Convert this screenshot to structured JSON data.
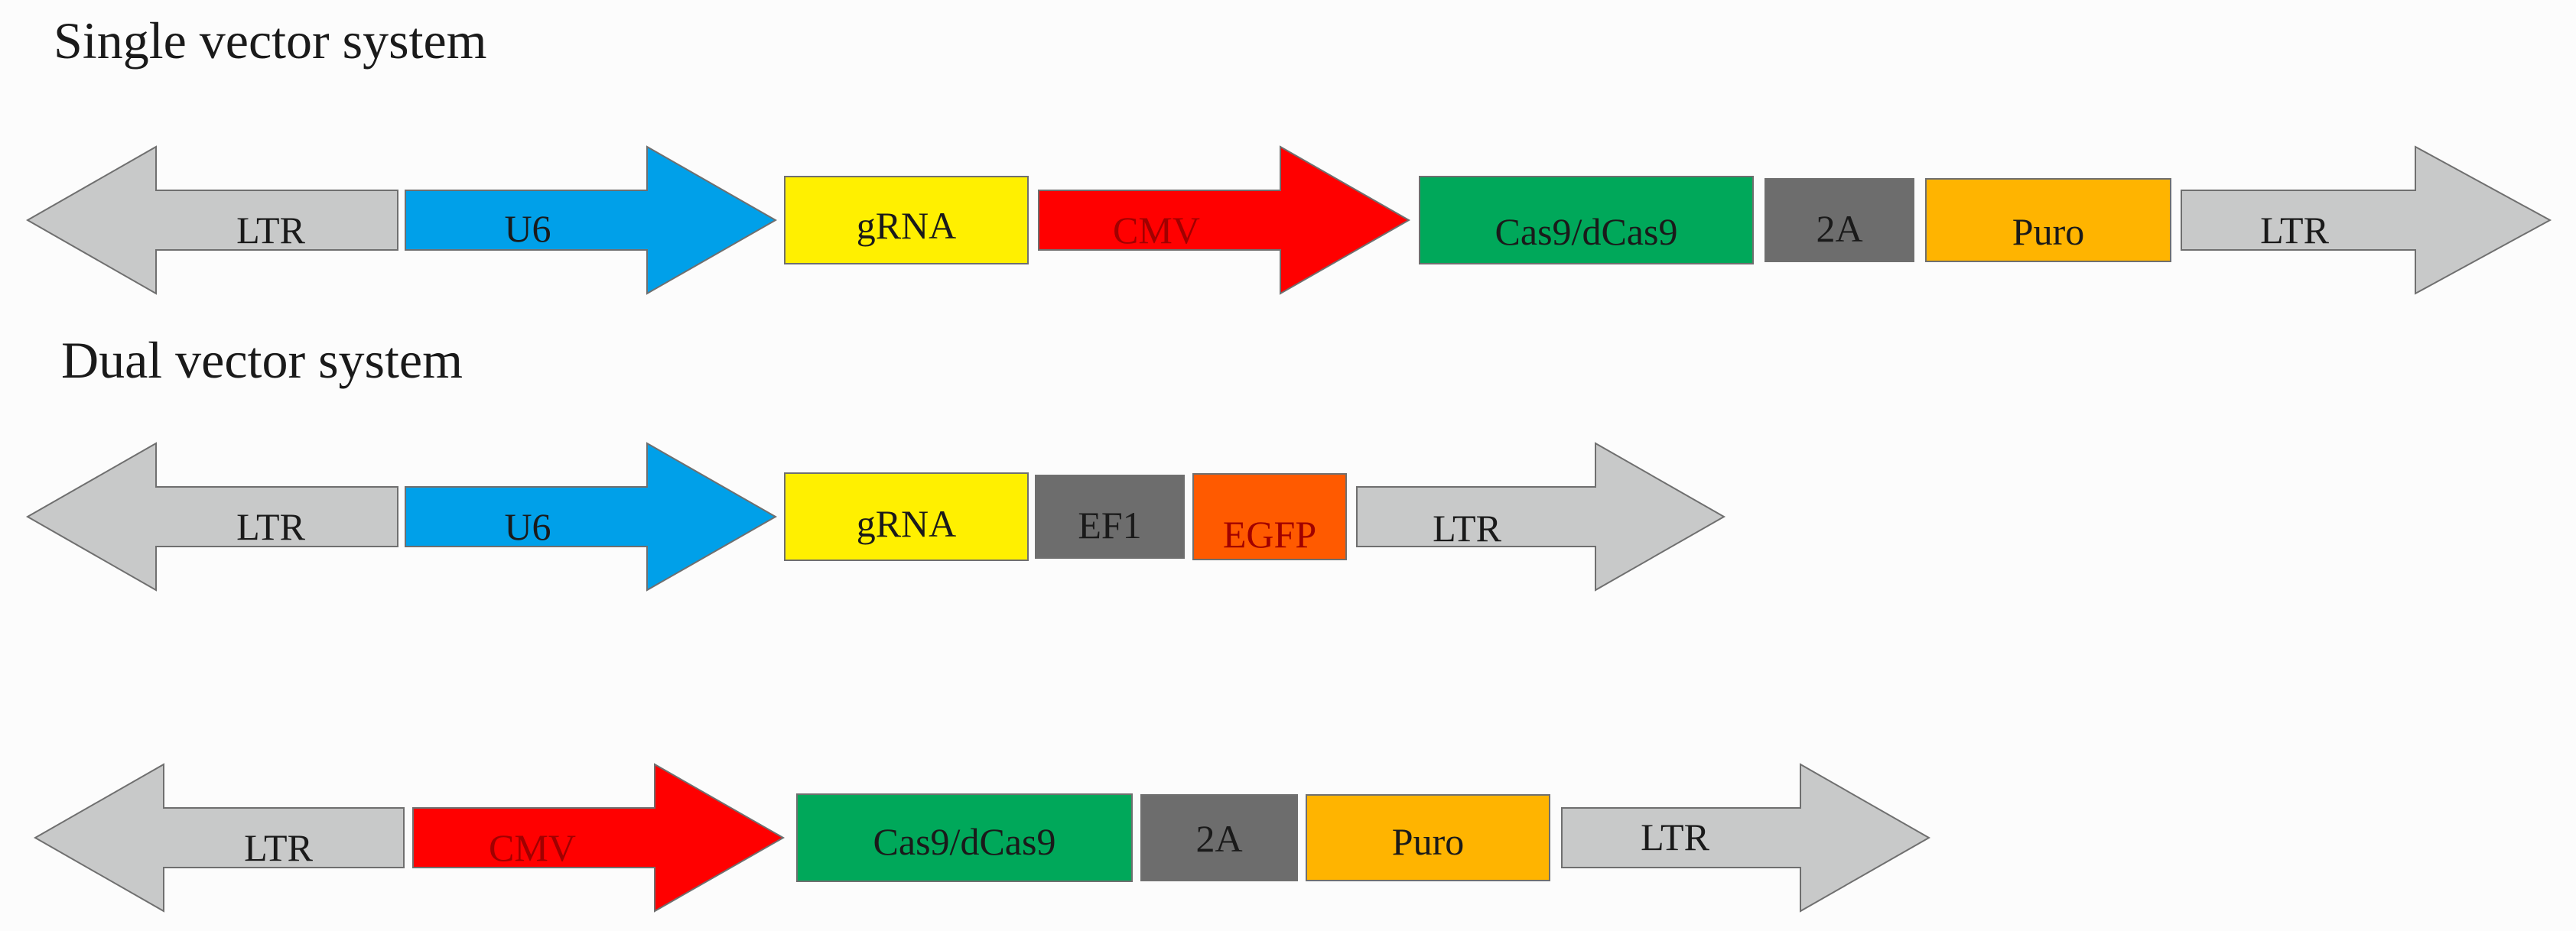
{
  "titles": {
    "single": "Single vector system",
    "dual": "Dual vector system"
  },
  "colors": {
    "ltr": "#c8c9c9",
    "u6": "#00a0e9",
    "grna": "#fff000",
    "cmv": "#ff0000",
    "cas9": "#00a85a",
    "grey_box": "#6d6d6d",
    "puro": "#ffb400",
    "egfp": "#ff5a00",
    "outline": "#6f6f6f",
    "cmv_text": "#a00000"
  },
  "rows": [
    {
      "id": "single",
      "elements": [
        {
          "label": "LTR",
          "shape": "arrow-left",
          "color": "ltr"
        },
        {
          "label": "U6",
          "shape": "arrow-right",
          "color": "u6"
        },
        {
          "label": "gRNA",
          "shape": "box",
          "color": "grna"
        },
        {
          "label": "CMV",
          "shape": "arrow-right",
          "color": "cmv",
          "text_color": "cmv_text"
        },
        {
          "label": "Cas9/dCas9",
          "shape": "box",
          "color": "cas9"
        },
        {
          "label": "2A",
          "shape": "box",
          "color": "grey_box"
        },
        {
          "label": "Puro",
          "shape": "box",
          "color": "puro"
        },
        {
          "label": "LTR",
          "shape": "arrow-right",
          "color": "ltr"
        }
      ]
    },
    {
      "id": "dual-grna",
      "elements": [
        {
          "label": "LTR",
          "shape": "arrow-left",
          "color": "ltr"
        },
        {
          "label": "U6",
          "shape": "arrow-right",
          "color": "u6"
        },
        {
          "label": "gRNA",
          "shape": "box",
          "color": "grna"
        },
        {
          "label": "EF1",
          "shape": "box",
          "color": "grey_box"
        },
        {
          "label": "EGFP",
          "shape": "box",
          "color": "egfp",
          "text_color": "cmv_text"
        },
        {
          "label": "LTR",
          "shape": "arrow-right",
          "color": "ltr"
        }
      ]
    },
    {
      "id": "dual-cas9",
      "elements": [
        {
          "label": "LTR",
          "shape": "arrow-left",
          "color": "ltr"
        },
        {
          "label": "CMV",
          "shape": "arrow-right",
          "color": "cmv",
          "text_color": "cmv_text"
        },
        {
          "label": "Cas9/dCas9",
          "shape": "box",
          "color": "cas9"
        },
        {
          "label": "2A",
          "shape": "box",
          "color": "grey_box"
        },
        {
          "label": "Puro",
          "shape": "box",
          "color": "puro"
        },
        {
          "label": "LTR",
          "shape": "arrow-right",
          "color": "ltr"
        }
      ]
    }
  ]
}
